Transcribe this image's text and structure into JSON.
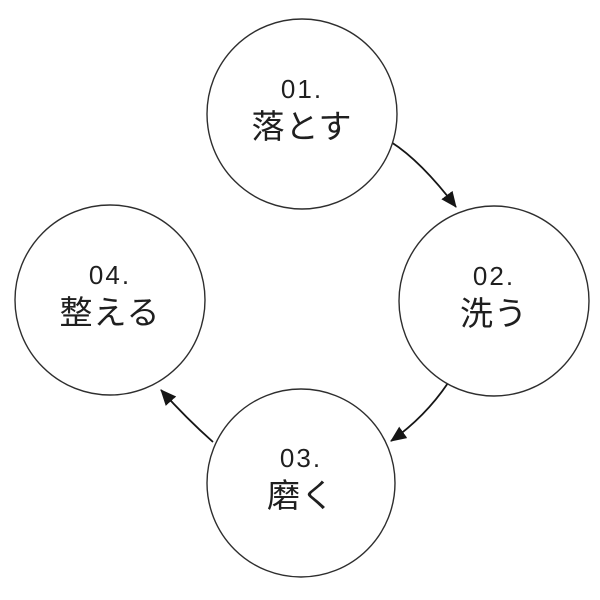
{
  "diagram": {
    "type": "flow-cycle",
    "background_color": "#ffffff",
    "circle_stroke_color": "#2e2e2e",
    "text_color": "#1f1f1f",
    "arrow_color": "#161616",
    "steps": [
      {
        "number": "01.",
        "label": "落とす",
        "position": "top"
      },
      {
        "number": "02.",
        "label": "洗う",
        "position": "right"
      },
      {
        "number": "03.",
        "label": "磨く",
        "position": "bottom"
      },
      {
        "number": "04.",
        "label": "整える",
        "position": "left"
      }
    ],
    "connections": [
      {
        "from": "01.",
        "to": "02."
      },
      {
        "from": "02.",
        "to": "03."
      },
      {
        "from": "03.",
        "to": "04."
      }
    ]
  }
}
